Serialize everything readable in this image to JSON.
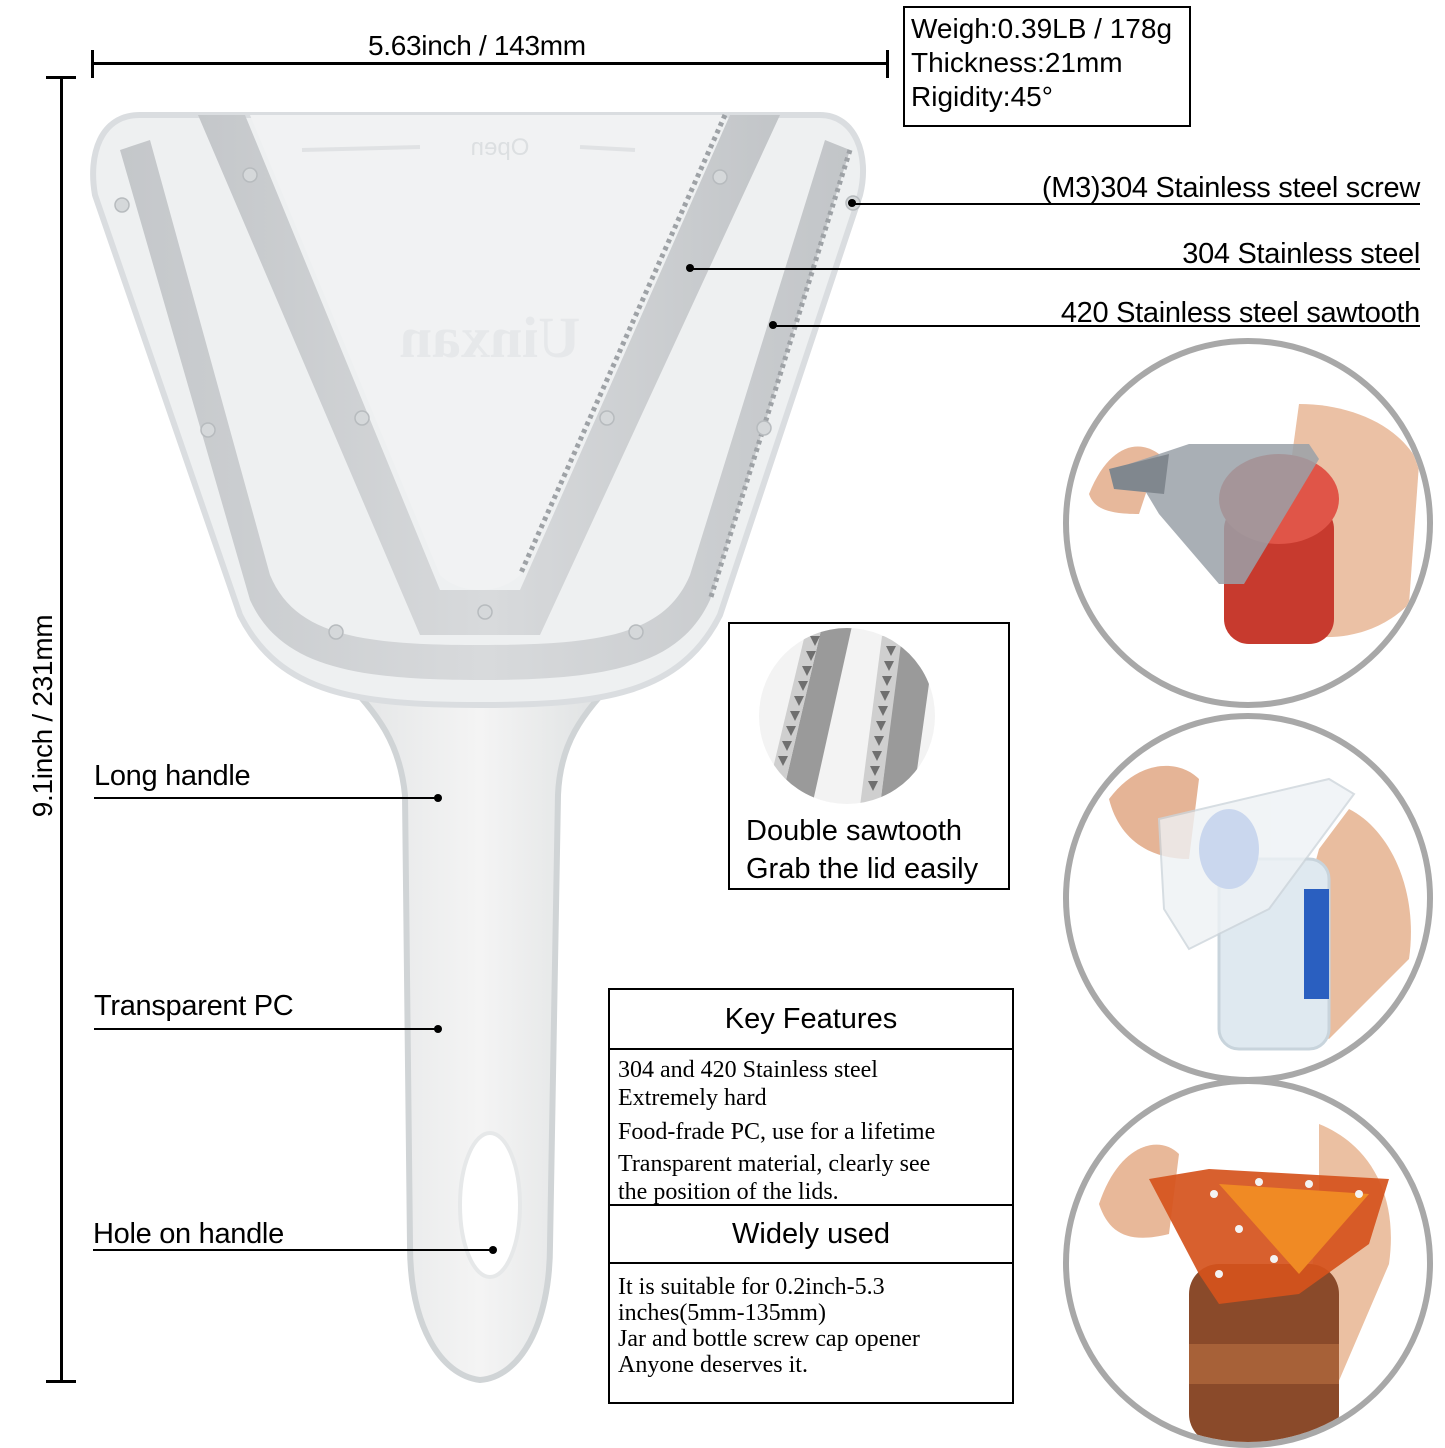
{
  "dimensions": {
    "width_label": "5.63inch / 143mm",
    "height_label": "9.1inch / 231mm"
  },
  "specs": {
    "weight": "Weigh:0.39LB / 178g",
    "thickness": "Thickness:21mm",
    "rigidity": "Rigidity:45°"
  },
  "callouts_right": [
    {
      "label": "(M3)304 Stainless steel screw"
    },
    {
      "label": "304 Stainless steel"
    },
    {
      "label": "420 Stainless steel sawtooth"
    }
  ],
  "callouts_left": [
    {
      "label": "Long handle"
    },
    {
      "label": "Transparent PC"
    },
    {
      "label": "Hole on handle"
    }
  ],
  "product": {
    "embossed_top": "Open",
    "embossed_brand": "Uinxan",
    "colors": {
      "body": "#f0f0f0",
      "steel": "#c9cbcd",
      "rim": "#dfe2e4"
    }
  },
  "detail_inset": {
    "line1": "Double sawtooth",
    "line2": "Grab the lid easily"
  },
  "features": {
    "heading": "Key Features",
    "items": [
      "304 and 420 Stainless steel",
      "Extremely hard",
      "Food-frade PC, use for a lifetime",
      "Transparent material, clearly see",
      "the position of the lids."
    ],
    "usage_heading": "Widely used",
    "usage_items": [
      "It is suitable for 0.2inch-5.3",
      "inches(5mm-135mm)",
      "Jar and bottle screw cap opener",
      "Anyone deserves it."
    ]
  },
  "usage_photos": [
    {
      "name": "gray-opener-red-jar",
      "tool_color": "#8d959c",
      "lid_color": "#d9443a"
    },
    {
      "name": "clear-opener-water-bottle",
      "tool_color": "#e6ebef",
      "lid_color": "#3c6fd0"
    },
    {
      "name": "orange-opener-amber-jar",
      "tool_color": "#d5521c",
      "lid_color": "#e8a11e"
    }
  ]
}
